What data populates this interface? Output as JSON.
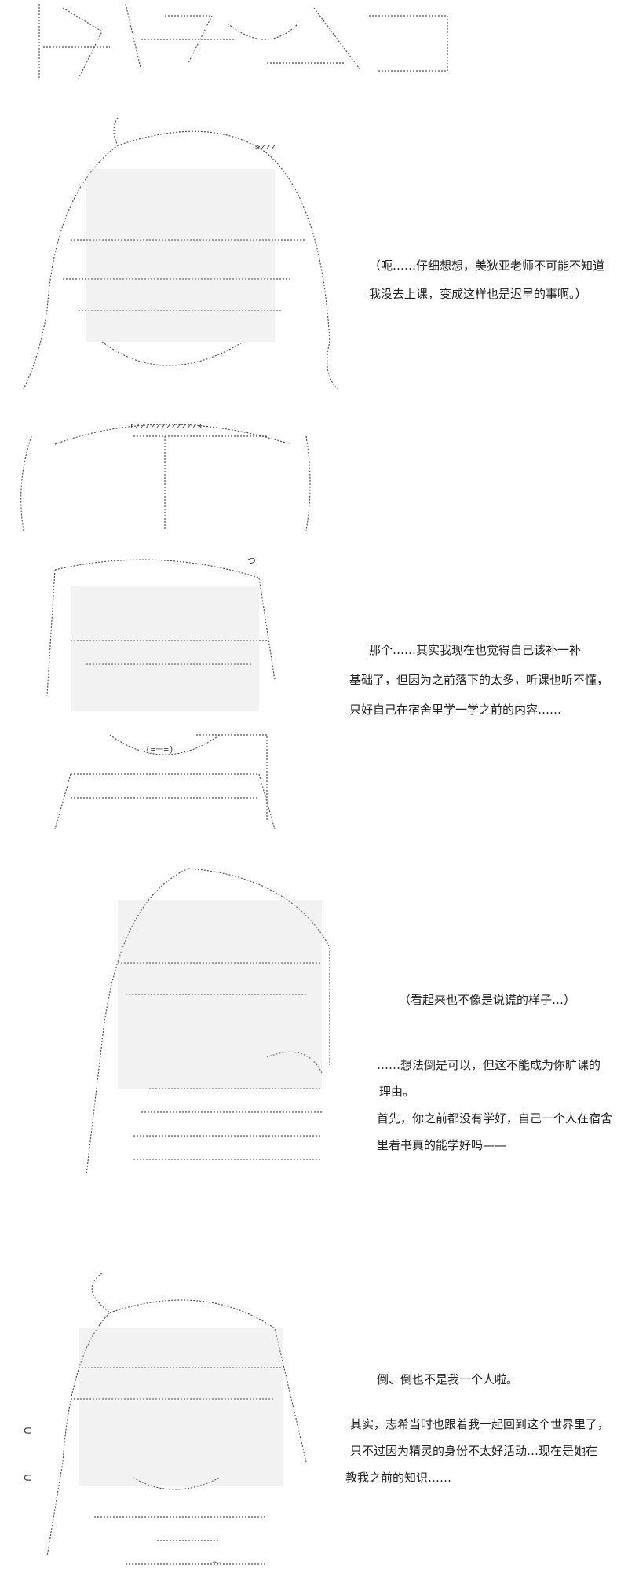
{
  "panels": [
    {
      "lines": [
        "（呃……仔细想想，美狄亚老师不可能不知道",
        "我没去上课，变成这样也是迟早的事啊。）"
      ]
    },
    {
      "lines": [
        "那个……其实我现在也觉得自己该补一补",
        "基础了，但因为之前落下的太多，听课也听不懂，",
        "只好自己在宿舍里学一学之前的内容……"
      ]
    },
    {
      "lines": [
        "（看起来也不像是说谎的样子…）",
        "……想法倒是可以，但这不能成为你旷课的",
        "理由。",
        "首先，你之前都没有学好，自己一个人在宿舍",
        "里看书真的能学好吗——"
      ]
    },
    {
      "lines": [
        "倒、倒也不是我一个人啦。",
        "其实，志希当时也跟着我一起回到这个世界里了，",
        "只不过因为精灵的身份不太好活动…现在是她在",
        "教我之前的知识……"
      ]
    }
  ],
  "art_marks": {
    "zzz": ">zzz",
    "snore": "rzzzzzzzzzzzzx",
    "sweat": "つ",
    "wave": "〜",
    "mouth": "(=ㅡ=)",
    "hook1": "⊂",
    "hook2": "⊂"
  }
}
